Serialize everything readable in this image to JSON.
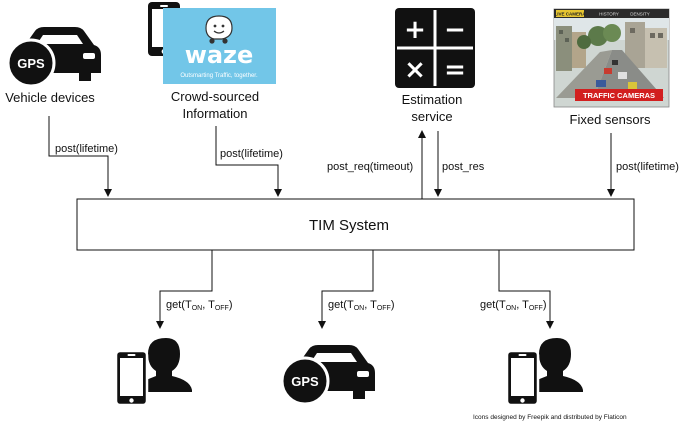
{
  "sources": {
    "vehicle_devices": "Vehicle devices",
    "crowd_line1": "Crowd-sourced",
    "crowd_line2": "Information",
    "estimation_line1": "Estimation",
    "estimation_line2": "service",
    "fixed_sensors": "Fixed sensors"
  },
  "gps_badge": "GPS",
  "waze": {
    "brand": "waze",
    "tagline": "Outsmarting Traffic, together."
  },
  "camera": {
    "header_live": "LIVE CAMERA",
    "header_history": "HISTORY",
    "header_density": "DENSITY",
    "banner": "TRAFFIC CAMERAS"
  },
  "calculator_symbols": [
    "+",
    "−",
    "×",
    "="
  ],
  "flows": {
    "post_lifetime": "post(lifetime)",
    "post_req": "post_req(timeout)",
    "post_res": "post_res",
    "get_prefix": "get(T",
    "get_on_sub": "ON",
    "get_mid": ", T",
    "get_off_sub": "OFF",
    "get_suffix": ")"
  },
  "system_label": "TIM System",
  "attribution": "Icons designed by Freepik and distributed by Flaticon",
  "colors": {
    "icon": "#111111",
    "waze_bg": "#72c6e8",
    "camera_banner": "#d21f1f",
    "camera_header": "#2b2b2b",
    "camera_accent": "#e6c531"
  }
}
